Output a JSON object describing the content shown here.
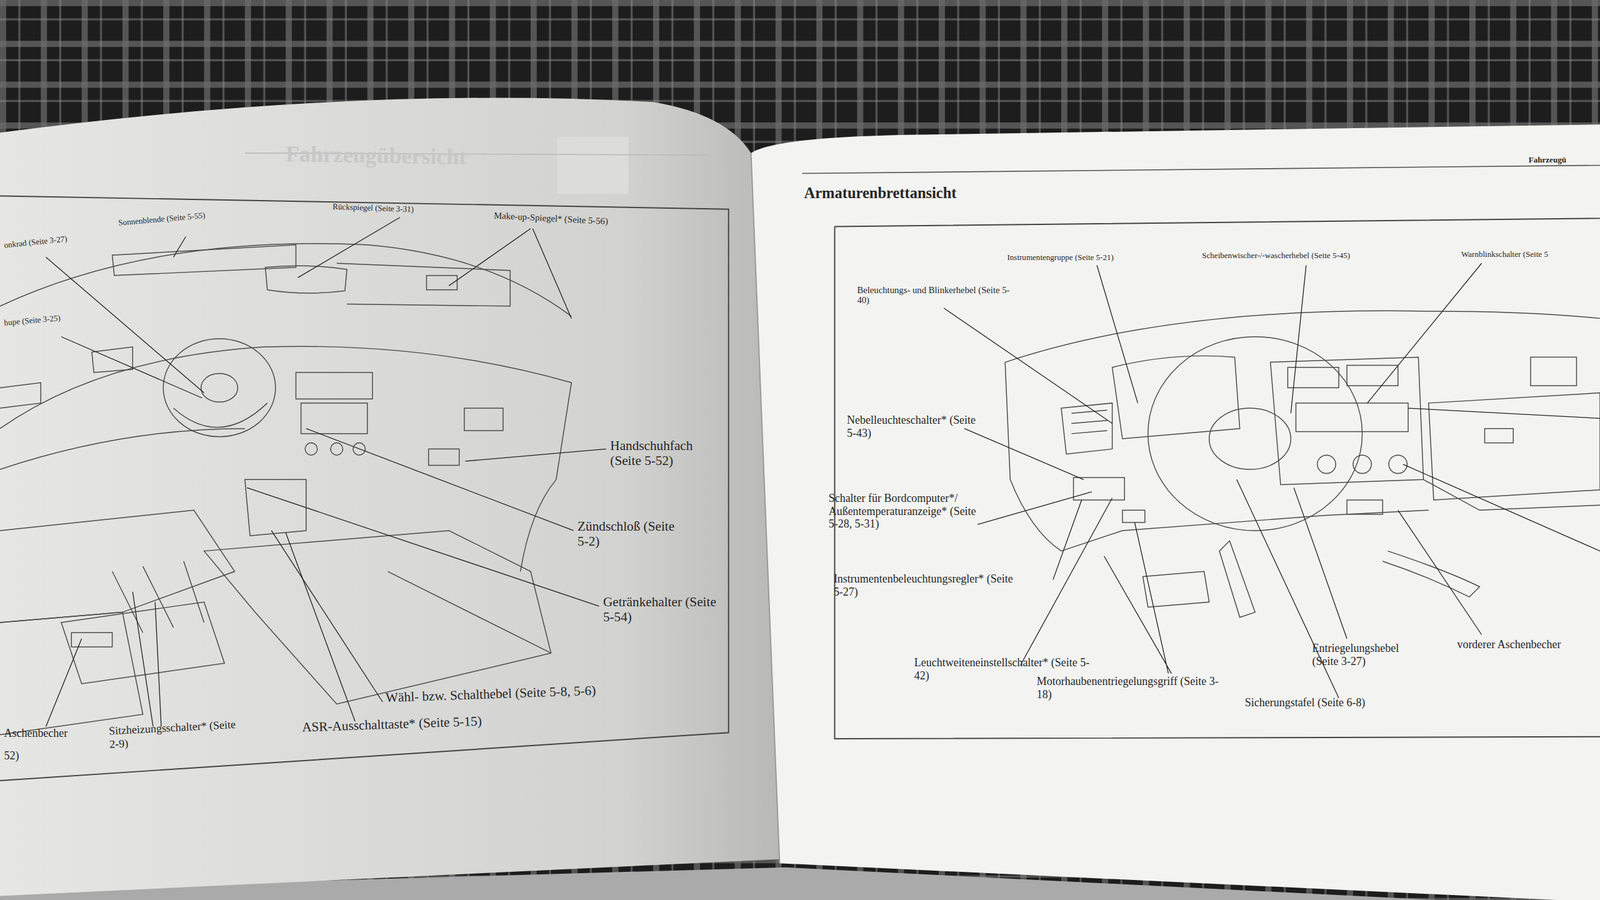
{
  "diagram": {
    "title": "Armaturenbrettansicht",
    "labels": [
      "Fahrzeugübersicht",
      "onkrad (Seite 3-27)",
      "Sonnenblende (Seite 5-55)",
      "Rückspiegel (Seite 3-31)",
      "Make-up-Spiegel* (Seite 5-56)",
      "hupe (Seite 3-25)",
      "Handschuhfach (Seite 5-52)",
      "Zündschloß (Seite 5-2)",
      "Getränkehalter (Seite 5-54)",
      "Wähl- bzw. Schalthebel (Seite 5-8, 5-6)",
      "ASR-Ausschalttaste* (Seite 5-15)",
      "Sitzheizungsschalter* (Seite 2-9)",
      "Aschenbecher",
      "52)",
      "Fahrzeugü",
      "Instrumentengruppe (Seite 5-21)",
      "Scheibenwischer-/-wascherhebel (Seite 5-45)",
      "Warnblinkschalter (Seite 5",
      "Beleuchtungs- und Blinkerhebel (Seite 5-40)",
      "Nebelleuchteschalter* (Seite 5-43)",
      "Schalter für Bordcomputer*/ Außentemperaturanzeige* (Seite 5-28, 5-31)",
      "Instrumentenbeleuchtungsregler* (Seite 5-27)",
      "Leuchtweiteneinstellschalter* (Seite 5-42)",
      "Motorhaubenentriegelungsgriff (Seite 3-18)",
      "Sicherungstafel (Seite 6-8)",
      "Entriegelungshebel (Seite 3-27)",
      "vorderer Aschenbecher"
    ]
  }
}
